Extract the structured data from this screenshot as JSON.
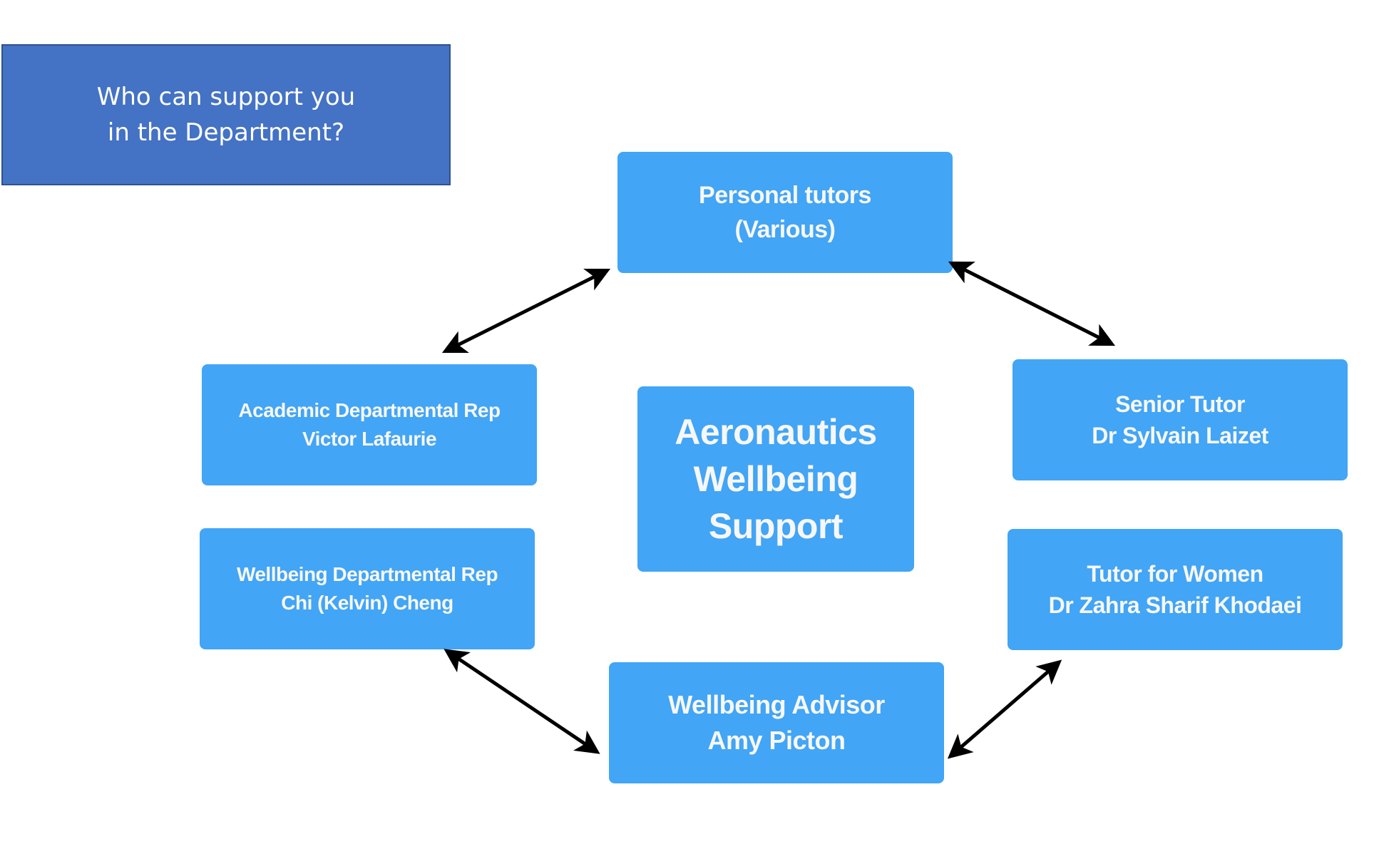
{
  "title": {
    "line1": "Who can support you",
    "line2": "in the Department?"
  },
  "center": {
    "line1": "Aeronautics",
    "line2": "Wellbeing",
    "line3": "Support"
  },
  "nodes": {
    "personal_tutors": {
      "role": "Personal tutors",
      "name": "(Various)"
    },
    "academic_rep": {
      "role": "Academic Departmental Rep",
      "name": "Victor Lafaurie"
    },
    "wellbeing_rep": {
      "role": "Wellbeing Departmental Rep",
      "name": "Chi (Kelvin) Cheng"
    },
    "senior_tutor": {
      "role": "Senior Tutor",
      "name": "Dr Sylvain Laizet"
    },
    "tutor_for_women": {
      "role": "Tutor for Women",
      "name": "Dr Zahra Sharif Khodaei"
    },
    "wellbeing_advisor": {
      "role": "Wellbeing Advisor",
      "name": "Amy Picton"
    }
  },
  "connections": [
    {
      "from": "academic_rep",
      "to": "personal_tutors",
      "type": "bidirectional"
    },
    {
      "from": "personal_tutors",
      "to": "senior_tutor",
      "type": "bidirectional"
    },
    {
      "from": "wellbeing_rep",
      "to": "wellbeing_advisor",
      "type": "bidirectional"
    },
    {
      "from": "wellbeing_advisor",
      "to": "tutor_for_women",
      "type": "bidirectional"
    }
  ],
  "colors": {
    "title_fill": "#4472C4",
    "title_border": "#2F528F",
    "node_fill": "#42A5F5",
    "text": "#FFFFFF",
    "arrow": "#000000"
  }
}
